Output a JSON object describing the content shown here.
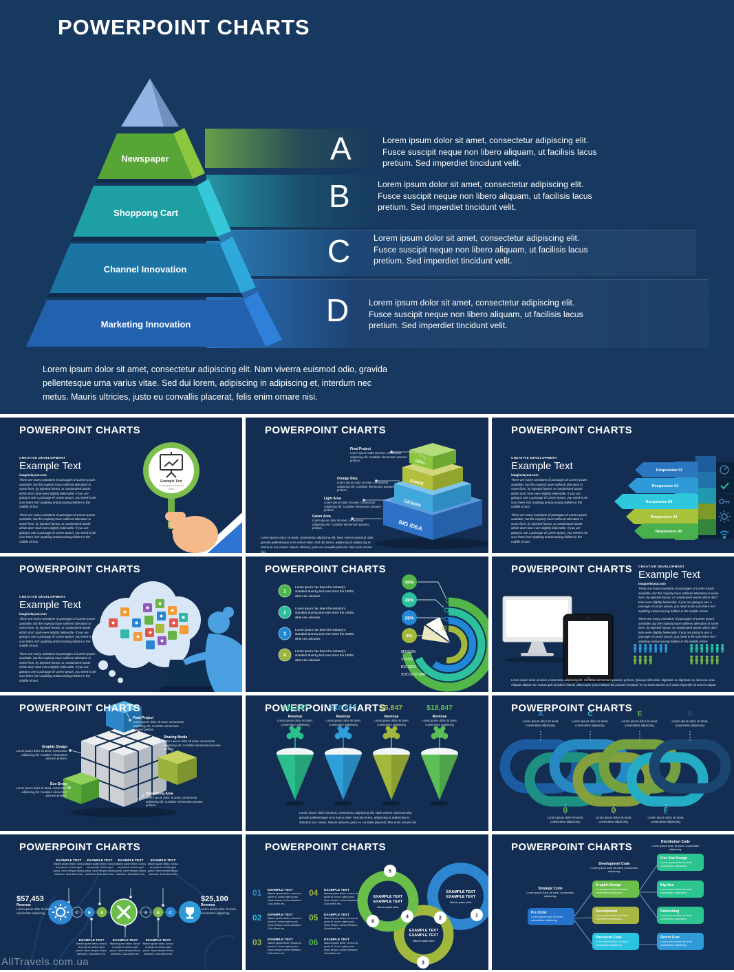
{
  "watermark": "AllTravels.com.ua",
  "colors": {
    "background": "#17395f",
    "thumb_background": "#132e52",
    "green": "#6abf4b",
    "teal": "#1e9fa4",
    "cyan": "#2ec8dc",
    "blue": "#2e75c8",
    "olive": "#a2b83c",
    "light_blue": "#93b5e5",
    "white": "#ffffff"
  },
  "shared": {
    "slide_title": "POWERPOINT CHARTS",
    "creative": "CREATIVE DEVELOPMENT",
    "example_text": "Example Text",
    "site": "imaginelayout.com",
    "variations": "There are many variations of passages of Lorem Ipsum available, but the majority have suffered alteration in some form, by injected humor, or randomized words which don't look even slightly believable. If you are going to use a passage of Lorem Ipsum, you need to be sure there isn't anything embarrassing hidden in the middle of text.",
    "example_caps": "EXAMPLE TEXT",
    "revenue": "Revenue",
    "mauris": "Mauris quam dolor, cursus at porta et, luctus eget purus. Nunc tempor luctus interdum. Duis libero leo,",
    "mauris_short": "Mauris quam dolor",
    "industry": "Lorem ipsum has been the industry's standard dummy text ever since the 1500s, when an unknown.",
    "lorem_caption": "Lorem ipsum dolor sit amet, consectetur adipiscing elit. Nam viverra euismod odio, gravida pellentesque urna varius vitae. Sed dui lorem, adipiscing in adipiscing et, interdum nec metus. Mauris ultricies, justo eu convallis placerat, felis enim ornare nisi.",
    "lorem_block": "Lorem ipsum dolor sit amet, consectetur adipiscing elit. Curabitur elementum posuere pretium.",
    "lorem_two": "Lorem ipsum dolor sit amet, consectetur adipiscing.",
    "lorem_item": "Lorem ipsum dolor sit amet, consectetur adipiscing",
    "device_caption": "Lorem ipsum dolor sit amet, consectetur adipiscing elit. Curabitur elementum posuere pretium. Quisque nibh dolor, dignissim ac dignissim ut, luctus ac urna. Aliquam aliquet non massa quis tincidunt. Mauris ullamcorper justo tristique dui posuere tincidunt. In nec lacus laoreet orci varius imperdiet sit amet in augue."
  },
  "main": {
    "title": "POWERPOINT CHARTS",
    "pyramid": {
      "levels": [
        "Newspaper",
        "Shoppong Cart",
        "Channel Innovation",
        "Marketing Innovation"
      ]
    },
    "items": [
      {
        "letter": "A",
        "text": "Lorem ipsum dolor sit amet, consectetur adipiscing elit. Fusce suscipit neque non libero aliquam, ut facilisis lacus pretium. Sed imperdiet tincidunt velit."
      },
      {
        "letter": "B",
        "text": "Lorem ipsum dolor sit amet, consectetur adipiscing elit. Fusce suscipit neque non libero aliquam, ut facilisis lacus pretium. Sed imperdiet tincidunt velit."
      },
      {
        "letter": "C",
        "text": "Lorem ipsum dolor sit amet, consectetur adipiscing elit. Fusce suscipit neque non libero aliquam, ut facilisis lacus pretium. Sed imperdiet tincidunt velit."
      },
      {
        "letter": "D",
        "text": "Lorem ipsum dolor sit amet, consectetur adipiscing elit. Fusce suscipit neque non libero aliquam, ut facilisis lacus pretium. Sed imperdiet tincidunt velit."
      }
    ],
    "footer": "Lorem ipsum dolor sit amet, consectetur adipiscing elit. Nam viverra euismod odio, gravida pellentesque urna varius vitae. Sed dui lorem, adipiscing in adipiscing et, interdum nec metus. Mauris ultricies, justo eu convallis placerat, felis enim ornare nisi."
  },
  "thumbs": {
    "magnifier": {
      "glass_title": "Example Text",
      "glass_sub1": "Lorem ipsum dolor sit",
      "glass_sub2": "amet"
    },
    "stack": {
      "labels": [
        "Final Project",
        "Orange Step",
        "Light Area",
        "Green Area"
      ],
      "blocks": [
        "GOAL",
        "SHARE",
        "DESIGN",
        "BIG IDEA"
      ]
    },
    "responsive": {
      "items": [
        "Responsive 01",
        "Responsive 02",
        "Responsive 03",
        "Responsive 04",
        "Responsive 05"
      ]
    },
    "arcs": {
      "steps": [
        "1",
        "2",
        "3",
        "4"
      ],
      "pcts": [
        "46%",
        "38%",
        "28%",
        "9%"
      ],
      "labels": [
        "MISSION",
        "VISION",
        "BIG IDEA",
        "SUCCESS WAY"
      ]
    },
    "cube": {
      "labels": [
        "Final Project",
        "Sharing Media",
        "Graphic Design",
        "Eco Green",
        "Networking Area"
      ]
    },
    "funnels": {
      "values": [
        "$11,147",
        "$10,847",
        "$5,847",
        "$18,847"
      ]
    },
    "chain": {
      "top": [
        "A",
        "C",
        "E",
        "G"
      ],
      "bottom": [
        "B",
        "D",
        "F"
      ]
    },
    "timeline": {
      "left_value": "$57,453",
      "right_value": "$25,100",
      "small_left": [
        "C",
        "B",
        "A"
      ],
      "small_right": [
        "A",
        "B",
        "C"
      ]
    },
    "scurve": {
      "nums": [
        "01",
        "02",
        "03",
        "04",
        "05",
        "06"
      ],
      "nodes": [
        "1",
        "2",
        "3",
        "4",
        "5",
        "6"
      ]
    },
    "flow": {
      "headers": [
        "Strategic Code",
        "Development Code",
        "Distribution Code"
      ],
      "boxes": [
        "Pre Order",
        "Graphic Design",
        "Development",
        "Password Code",
        "Five Star Design",
        "Big Idea",
        "Networking",
        "Secret User"
      ]
    }
  }
}
